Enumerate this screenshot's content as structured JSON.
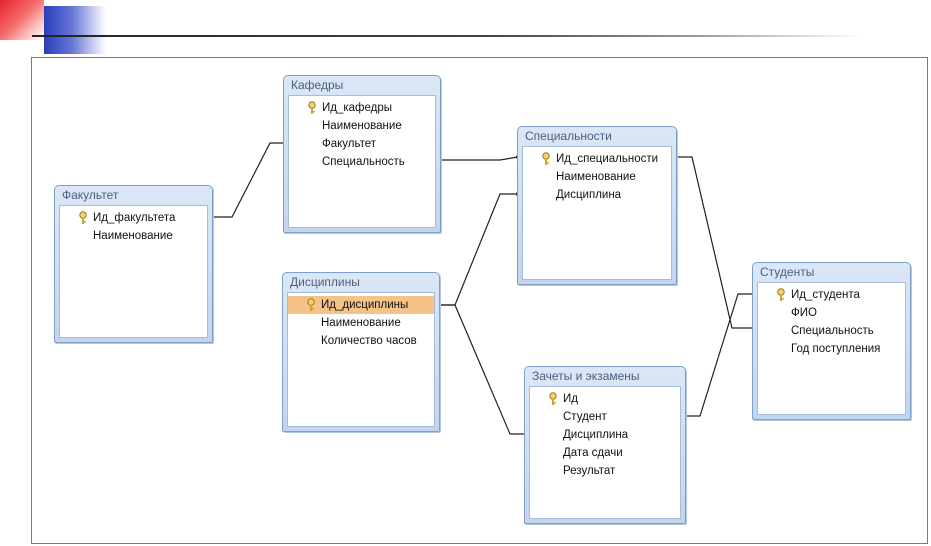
{
  "tables": {
    "fakultet": {
      "title": "Факультет",
      "fields": [
        {
          "name": "Ид_факультета",
          "key": true
        },
        {
          "name": "Наименование"
        }
      ]
    },
    "kafedry": {
      "title": "Кафедры",
      "fields": [
        {
          "name": "Ид_кафедры",
          "key": true
        },
        {
          "name": "Наименование"
        },
        {
          "name": "Факультет"
        },
        {
          "name": "Специальность"
        }
      ]
    },
    "specialnosti": {
      "title": "Специальности",
      "fields": [
        {
          "name": "Ид_специальности",
          "key": true
        },
        {
          "name": "Наименование"
        },
        {
          "name": "Дисциплина"
        }
      ]
    },
    "discipliny": {
      "title": "Дисциплины",
      "fields": [
        {
          "name": "Ид_дисциплины",
          "key": true,
          "selected": true
        },
        {
          "name": "Наименование"
        },
        {
          "name": "Количество часов"
        }
      ]
    },
    "zachety": {
      "title": "Зачеты и экзамены",
      "fields": [
        {
          "name": "Ид",
          "key": true
        },
        {
          "name": "Студент"
        },
        {
          "name": "Дисциплина"
        },
        {
          "name": "Дата сдачи"
        },
        {
          "name": "Результат"
        }
      ]
    },
    "studenty": {
      "title": "Студенты",
      "fields": [
        {
          "name": "Ид_студента",
          "key": true
        },
        {
          "name": "ФИО"
        },
        {
          "name": "Специальность"
        },
        {
          "name": "Год поступления"
        }
      ]
    }
  },
  "colors": {
    "accent_red": "#e8242c",
    "accent_blue": "#2b3fb8",
    "selection": "#f5c287",
    "table_border": "#7f9fc8"
  }
}
